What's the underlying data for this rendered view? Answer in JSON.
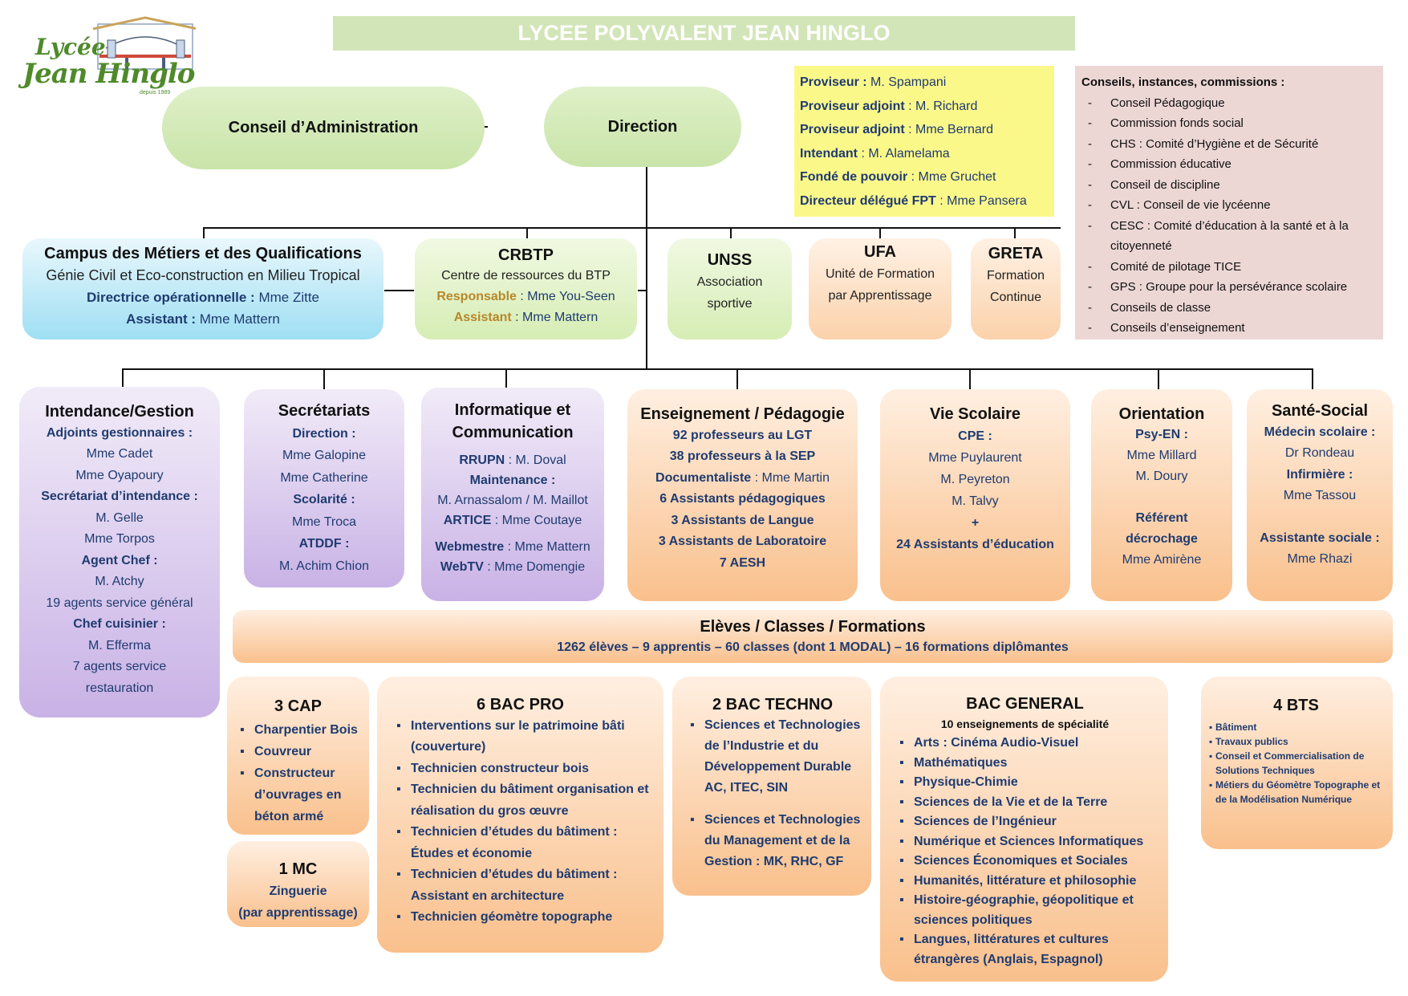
{
  "logo": {
    "line1": "Lycée",
    "line2": "Jean Hinglo",
    "tagline": "depuis 1989"
  },
  "header_title": "LYCEE POLYVALENT JEAN HINGLO",
  "top": {
    "ca": "Conseil d’Administration",
    "direction": "Direction"
  },
  "staff": [
    {
      "role": "Proviseur :",
      "name": " M. Spampani"
    },
    {
      "role": "Proviseur adjoint",
      "name": " : M. Richard"
    },
    {
      "role": "Proviseur adjoint",
      "name": " : Mme Bernard"
    },
    {
      "role": "Intendant",
      "name": " : M. Alamelama"
    },
    {
      "role": "Fondé de pouvoir",
      "name": " : Mme Gruchet"
    },
    {
      "role": "Directeur délégué FPT",
      "name": " : Mme Pansera"
    }
  ],
  "councils": {
    "title": "Conseils, instances, commissions :",
    "items": [
      "Conseil Pédagogique",
      "Commission fonds social",
      "CHS : Comité d’Hygiène et de Sécurité",
      "Commission éducative",
      "Conseil de discipline",
      "CVL : Conseil de vie lycéenne",
      "CESC : Comité d’éducation à la santé et à la citoyenneté",
      "Comité de pilotage TICE",
      "GPS : Groupe pour la persévérance scolaire",
      "Conseils de classe",
      "Conseils d’enseignement"
    ]
  },
  "campus": {
    "title": "Campus des Métiers et des Qualifications",
    "subtitle": "Génie Civil et Eco-construction en Milieu Tropical",
    "r1": "Directrice opérationnelle :",
    "n1": " Mme Zitte",
    "r2": "Assistant :",
    "n2": " Mme Mattern"
  },
  "crbtp": {
    "title": "CRBTP",
    "subtitle": "Centre de ressources du BTP",
    "r1": "Responsable",
    "n1": " : Mme You-Seen",
    "r2": "Assistant",
    "n2": " : Mme Mattern"
  },
  "unss": {
    "title": "UNSS",
    "l1": "Association",
    "l2": "sportive"
  },
  "ufa": {
    "title": "UFA",
    "l1": "Unité de Formation",
    "l2": "par Apprentissage"
  },
  "greta": {
    "title": "GRETA",
    "l1": "Formation",
    "l2": "Continue"
  },
  "intendance": {
    "title": "Intendance/Gestion",
    "h1": "Adjoints gestionnaires :",
    "a": "Mme Cadet",
    "b": "Mme Oyapoury",
    "h2": "Secrétariat d’intendance :",
    "c": "M. Gelle",
    "d": "Mme Torpos",
    "h3": "Agent Chef :",
    "e": "M. Atchy",
    "f": "19 agents service général",
    "h4": "Chef cuisinier :",
    "g": "M. Efferma",
    "h": "7 agents service",
    "i": "restauration"
  },
  "secretariats": {
    "title": "Secrétariats",
    "h1": "Direction :",
    "a": "Mme Galopine",
    "b": "Mme Catherine",
    "h2": "Scolarité :",
    "c": "Mme Troca",
    "h3": "ATDDF :",
    "d": "M. Achim Chion"
  },
  "informatique": {
    "title1": "Informatique et",
    "title2": "Communication",
    "r1": "RRUPN",
    "n1": " : M. Doval",
    "h1": "Maintenance :",
    "a": "M. Arnassalom / M. Maillot",
    "r2": "ARTICE",
    "n2": " : Mme Coutaye",
    "r3": "Webmestre",
    "n3": " : Mme Mattern",
    "r4": "WebTV",
    "n4": " : Mme Domengie"
  },
  "enseignement": {
    "title": "Enseignement / Pédagogie",
    "a": "92 professeurs au LGT",
    "b": "38 professeurs à la SEP",
    "r1": "Documentaliste",
    "n1": " : Mme Martin",
    "c": "6 Assistants pédagogiques",
    "d": "3 Assistants de Langue",
    "e": "3 Assistants de Laboratoire",
    "f": "7 AESH"
  },
  "vie": {
    "title": "Vie Scolaire",
    "h1": "CPE :",
    "a": "Mme Puylaurent",
    "b": "M. Peyreton",
    "c": "M. Talvy",
    "plus": "+",
    "d": "24 Assistants d’éducation"
  },
  "orientation": {
    "title": "Orientation",
    "h1": "Psy-EN :",
    "a": "Mme Millard",
    "b": "M. Doury",
    "h2": "Référent",
    "h3": "décrochage",
    "c": "Mme Amirène"
  },
  "sante": {
    "title": "Santé-Social",
    "h1": "Médecin scolaire :",
    "a": "Dr  Rondeau",
    "h2": "Infirmière :",
    "b": "Mme Tassou",
    "h3": "Assistante sociale :",
    "c": "Mme Rhazi"
  },
  "eleves": {
    "title": "Elèves / Classes / Formations",
    "subtitle": "1262 élèves – 9 apprentis – 60 classes (dont 1 MODAL) – 16 formations diplômantes"
  },
  "cap": {
    "title": "3 CAP",
    "items": [
      "Charpentier Bois",
      "Couvreur",
      "Constructeur d’ouvrages en béton armé"
    ]
  },
  "mc": {
    "title": "1 MC",
    "a": "Zinguerie",
    "b": "(par apprentissage)"
  },
  "bacpro": {
    "title": "6 BAC PRO",
    "items": [
      "Interventions sur le patrimoine bâti (couverture)",
      "Technicien constructeur bois",
      "Technicien du bâtiment organisation et réalisation du gros œuvre",
      "Technicien d’études du bâtiment : Études et économie",
      "Technicien d’études du bâtiment : Assistant en architecture",
      "Technicien géomètre topographe"
    ]
  },
  "bactechno": {
    "title": "2 BAC TECHNO",
    "items": [
      "Sciences et Technologies de l’Industrie et du Développement Durable AC, ITEC, SIN",
      "Sciences et Technologies du Management et de la Gestion : MK, RHC, GF"
    ]
  },
  "bacgeneral": {
    "title": "BAC GENERAL",
    "subtitle": "10 enseignements de spécialité",
    "items": [
      "Arts : Cinéma Audio-Visuel",
      "Mathématiques",
      "Physique-Chimie",
      "Sciences de la Vie et de la Terre",
      "Sciences de l’Ingénieur",
      "Numérique et Sciences Informatiques",
      "Sciences Économiques et Sociales",
      "Humanités, littérature et philosophie",
      "Histoire-géographie, géopolitique et sciences politiques",
      "Langues, littératures et cultures étrangères (Anglais, Espagnol)"
    ]
  },
  "bts": {
    "title": "4 BTS",
    "items": [
      "Bâtiment",
      "Travaux publics",
      "Conseil et Commercialisation de Solutions Techniques",
      "Métiers du Géomètre Topographe et de la Modélisation  Numérique"
    ]
  },
  "colors": {
    "navy": "#1f3b70",
    "header": "#d2e5b8",
    "logo_green": "#4f8a2a",
    "staff_bg": "#fbf88a",
    "councils_bg": "#ecd7d5"
  }
}
